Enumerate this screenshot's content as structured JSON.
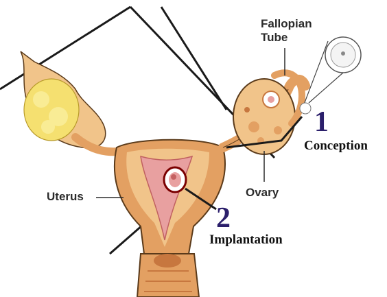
{
  "labels": {
    "fallopian_tube": [
      "Fallopian",
      "Tube"
    ],
    "uterus": "Uterus",
    "ovary": "Ovary"
  },
  "steps": [
    {
      "number": "1",
      "caption": "Conception"
    },
    {
      "number": "2",
      "caption": "Implantation"
    }
  ],
  "colors": {
    "tissue_light": "#f1c48a",
    "tissue_mid": "#e3a062",
    "tissue_dark": "#c7773f",
    "cavity_pink": "#e8a0a0",
    "fat_yellow": "#f5e070",
    "outline": "#5a3a1a",
    "pointer_line": "#1a1a1a",
    "step_number": "#2b1f6b"
  },
  "icons": [
    "egg-cell-icon",
    "fertilized-egg-icon",
    "embryo-icon"
  ]
}
